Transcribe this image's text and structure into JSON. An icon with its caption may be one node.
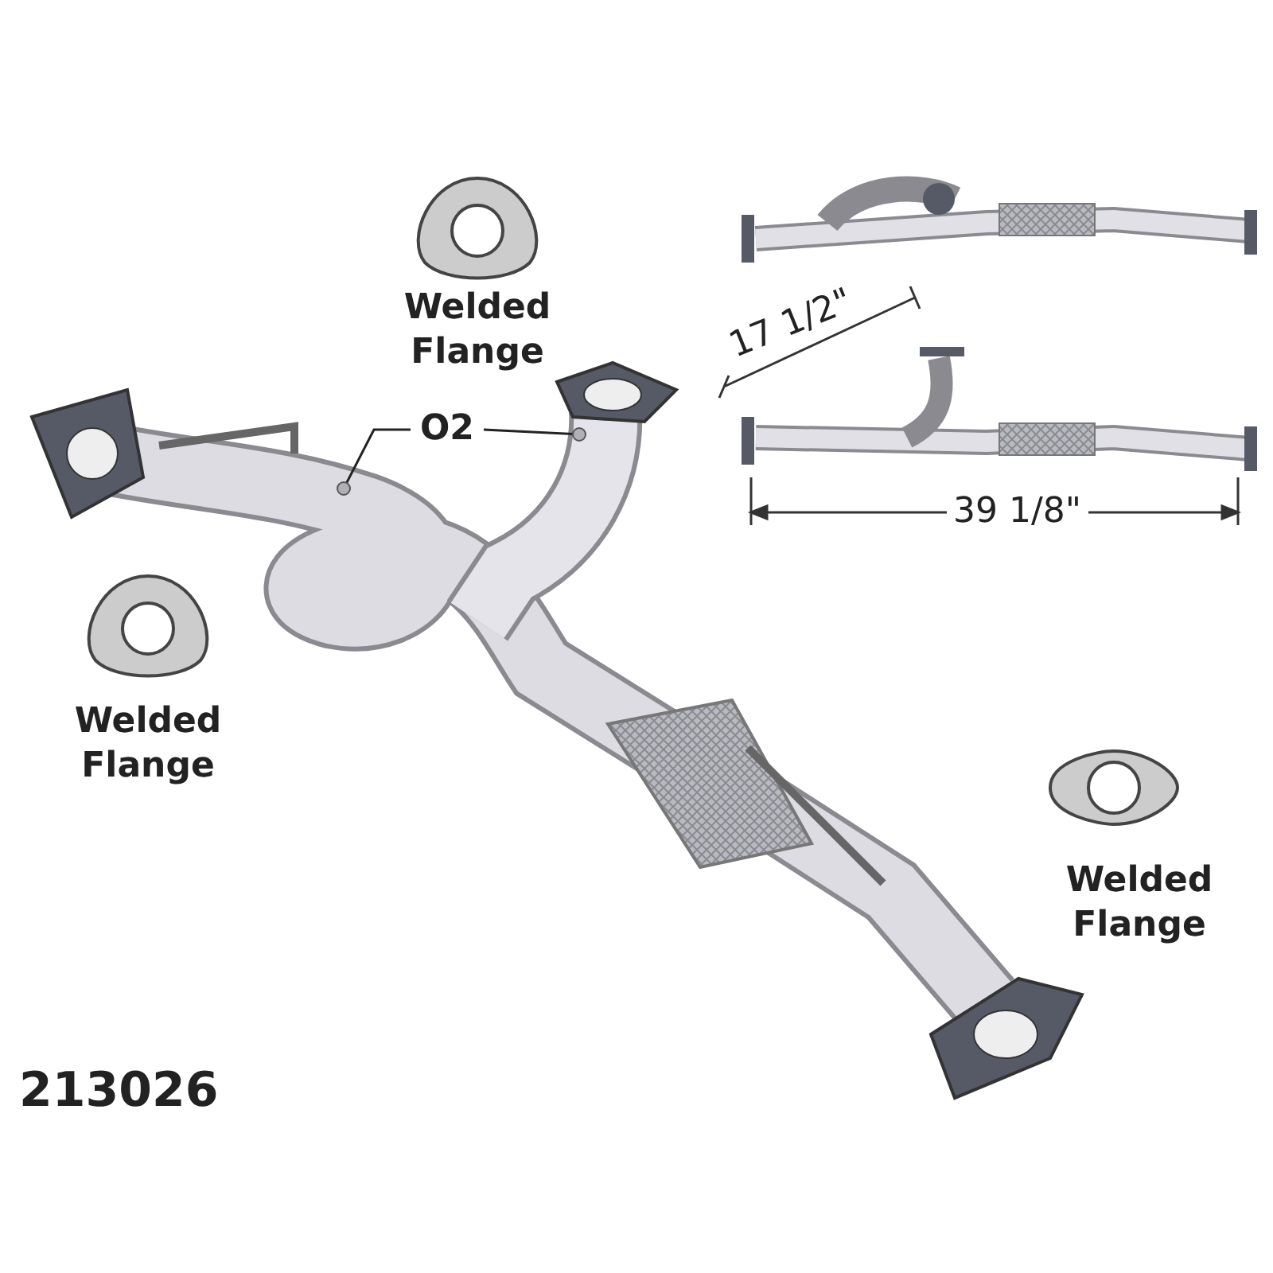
{
  "diagram": {
    "nodes": [
      {
        "text": [
          "O2"
        ]
      },
      {
        "text": [],
        "shape": "circle"
      },
      {
        "text": [],
        "shape": "circle"
      }
    ],
    "edges": [
      {
        "from": 0,
        "to": 1,
        "arrow": "none"
      },
      {
        "from": 0,
        "to": 2,
        "arrow": "none"
      }
    ],
    "labels": [
      "Welded Flange",
      "17 1/2\"",
      "39 1/8\"",
      "Welded Flange",
      "Welded Flange",
      "213026"
    ]
  }
}
